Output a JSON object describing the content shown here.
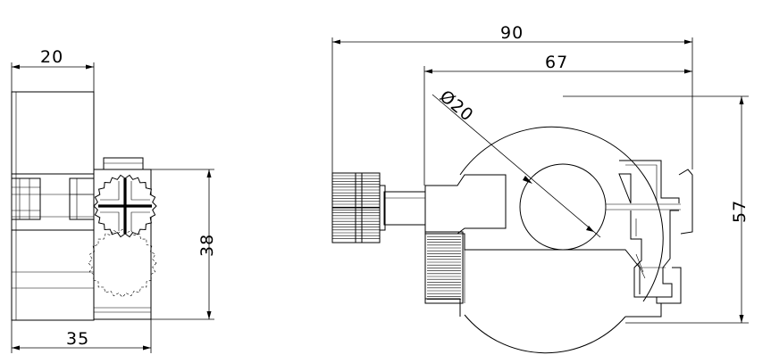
{
  "side_view": {
    "width_label": "20",
    "height_label": "38",
    "depth_label": "35"
  },
  "front_view": {
    "overall_width_label": "90",
    "body_width_label": "67",
    "bore_diameter_label": "Ø20",
    "height_label": "57"
  }
}
